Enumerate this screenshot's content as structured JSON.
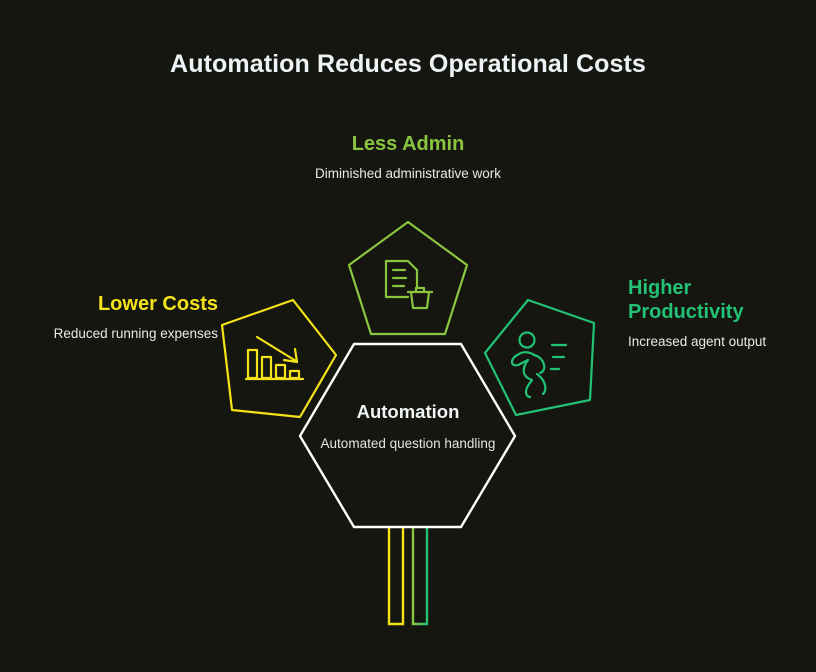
{
  "page": {
    "background_color": "#14160f",
    "title": "Automation Reduces Operational Costs"
  },
  "hub": {
    "label": "Automation",
    "description": "Automated question handling",
    "shape": "hexagon",
    "stroke_color": "#ffffff"
  },
  "nodes": [
    {
      "id": "less-admin",
      "label": "Less Admin",
      "description": "Diminished administrative work",
      "color": "#8bc53f",
      "icon": "document-trash-icon",
      "shape": "pentagon",
      "position": "top"
    },
    {
      "id": "lower-costs",
      "label": "Lower Costs",
      "description": "Reduced running expenses",
      "color": "#f5e31a",
      "icon": "declining-bar-chart-icon",
      "shape": "pentagon",
      "position": "left"
    },
    {
      "id": "higher-productivity",
      "label": "Higher Productivity",
      "description": "Increased agent output",
      "color": "#22c274",
      "icon": "running-person-icon",
      "shape": "pentagon",
      "position": "right"
    }
  ],
  "stem": {
    "line_colors": [
      "#f5e31a",
      "#f5e31a",
      "#8bc53f",
      "#22c274"
    ]
  }
}
